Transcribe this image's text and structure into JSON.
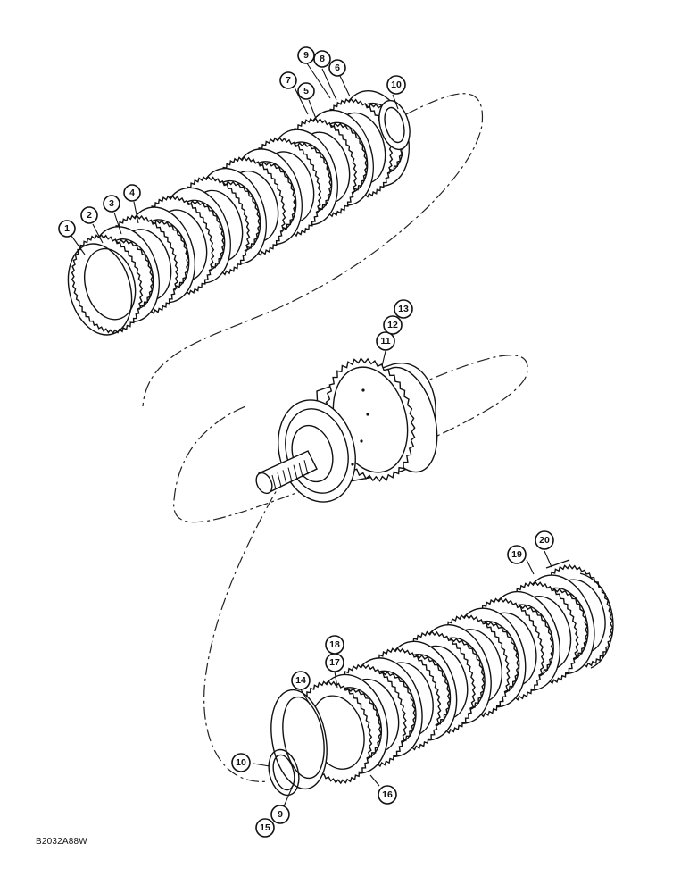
{
  "drawing_code": "B2032A88W",
  "callouts": [
    "1",
    "2",
    "3",
    "4",
    "5",
    "6",
    "7",
    "8",
    "9",
    "10",
    "11",
    "12",
    "13",
    "14",
    "15",
    "16",
    "17",
    "18",
    "19",
    "20"
  ],
  "lower_labels": {
    "ten_lower": "10",
    "nine_lower": "9"
  }
}
